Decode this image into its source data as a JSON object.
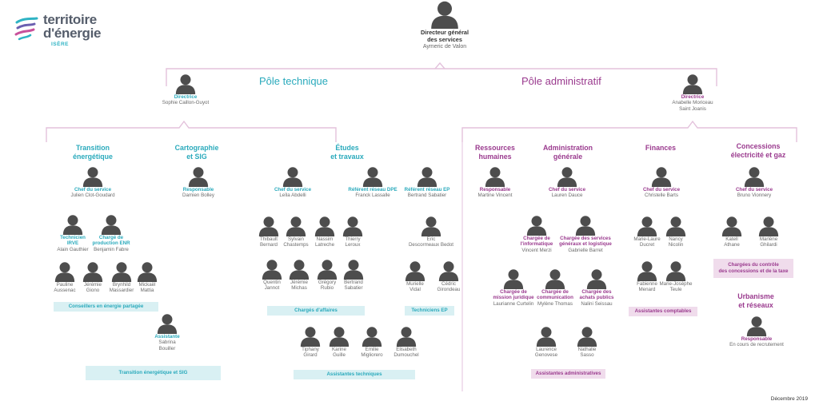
{
  "logo": {
    "line1": "territoire",
    "line2": "d'énergie",
    "line3": "ISÈRE",
    "colors": [
      "#2fb3c4",
      "#c8519b",
      "#6b5fb0"
    ]
  },
  "date": "Décembre 2019",
  "director": {
    "title_l1": "Directeur général",
    "title_l2": "des services",
    "name": "Aymeric de Valon"
  },
  "poles": {
    "technique": "Pôle technique",
    "administratif": "Pôle administratif"
  },
  "pole_directors": {
    "technique": {
      "title": "Directrice",
      "name": "Sophie Caillon-Guyot"
    },
    "administratif": {
      "title": "Directrice",
      "name_l1": "Anabelle Moriceau",
      "name_l2": "Saint Joanis"
    }
  },
  "sections": {
    "transition": {
      "l1": "Transition",
      "l2": "énergétique"
    },
    "carto": {
      "l1": "Cartographie",
      "l2": "et SIG"
    },
    "etudes": {
      "l1": "Études",
      "l2": "et travaux"
    },
    "rh": {
      "l1": "Ressources",
      "l2": "humaines"
    },
    "admin": {
      "l1": "Administration",
      "l2": "générale"
    },
    "finances": {
      "l1": "Finances"
    },
    "concessions": {
      "l1": "Concessions",
      "l2": "électricité et gaz"
    },
    "urbanisme": {
      "l1": "Urbanisme",
      "l2": "et réseaux"
    }
  },
  "people": {
    "julien": {
      "title": "Chef du service",
      "name": "Julien Clot-Goudard"
    },
    "alain": {
      "title_l1": "Technicien",
      "title_l2": "IRVE",
      "name": "Alain Gauthier"
    },
    "benjamin": {
      "title_l1": "Chargé de",
      "title_l2": "production ENR",
      "name": "Benjamin Fabre"
    },
    "pauline": {
      "name_l1": "Pauline",
      "name_l2": "Aussenac"
    },
    "jeremie_g": {
      "name_l1": "Jérémie",
      "name_l2": "Giono"
    },
    "brynhild": {
      "name_l1": "Brynhild",
      "name_l2": "Massardier"
    },
    "mickael": {
      "name_l1": "Mickaël",
      "name_l2": "Mattia"
    },
    "sabrina": {
      "title": "Assistante",
      "name_l1": "Sabrina",
      "name_l2": "Bouiller"
    },
    "damien": {
      "title": "Responsable",
      "name": "Damien Bolley"
    },
    "leila": {
      "title": "Chef du service",
      "name": "Leïla Abdelli"
    },
    "franck": {
      "title": "Référent réseau DPE",
      "name": "Franck Lassalle"
    },
    "bertrand_s": {
      "title": "Référent réseau EP",
      "name": "Bertrand Sabatier"
    },
    "thibault": {
      "name_l1": "Thibault",
      "name_l2": "Bernard"
    },
    "sylvain": {
      "name_l1": "Sylvain",
      "name_l2": "Chastemps"
    },
    "nassim": {
      "name_l1": "Nassim",
      "name_l2": "Latreche"
    },
    "thierry": {
      "name_l1": "Thierry",
      "name_l2": "Leroux"
    },
    "quentin": {
      "name_l1": "Quentin",
      "name_l2": "Jannot"
    },
    "jeremie_m": {
      "name_l1": "Jérémie",
      "name_l2": "Michas"
    },
    "gregory": {
      "name_l1": "Grégory",
      "name_l2": "Rubio"
    },
    "bertrand2": {
      "name_l1": "Bertrand",
      "name_l2": "Sabatier"
    },
    "eric": {
      "name_l1": "Eric",
      "name_l2": "Descormeaux Bedot"
    },
    "murielle": {
      "name_l1": "Murielle",
      "name_l2": "Vidal"
    },
    "cedric": {
      "name_l1": "Cédric",
      "name_l2": "Girondeau"
    },
    "tiphany": {
      "name_l1": "Tiphany",
      "name_l2": "Girard"
    },
    "karine": {
      "name_l1": "Karine",
      "name_l2": "Guille"
    },
    "emilie": {
      "name_l1": "Emilie",
      "name_l2": "Migliorero"
    },
    "elisabeth": {
      "name_l1": "Elisabeth",
      "name_l2": "Dumouchel"
    },
    "martine": {
      "title": "Responsable",
      "name": "Martine Vincent"
    },
    "lauren": {
      "title": "Chef du service",
      "name": "Lauren Dauce"
    },
    "vincent": {
      "title_l1": "Chargée de",
      "title_l2": "l'informatique",
      "name": "Vincent Merzi"
    },
    "gabrielle": {
      "title_l1": "Chargée des services",
      "title_l2": "généraux et logistique",
      "name": "Gabrielle Barret"
    },
    "laurianne": {
      "title_l1": "Chargée de",
      "title_l2": "mission juridique",
      "name": "Laurianne Curtelin"
    },
    "mylene": {
      "title_l1": "Chargée de",
      "title_l2": "communication",
      "name": "Mylène Thomas"
    },
    "nalini": {
      "title_l1": "Chargée des",
      "title_l2": "achats publics",
      "name": "Nalini Seissau"
    },
    "laurence": {
      "name_l1": "Laurence",
      "name_l2": "Genovese"
    },
    "nathalie": {
      "name_l1": "Nathalie",
      "name_l2": "Sasso"
    },
    "christelle": {
      "title": "Chef du service",
      "name": "Christelle Barts"
    },
    "marielaure": {
      "name_l1": "Marie-Laure",
      "name_l2": "Ducret"
    },
    "nancy": {
      "name_l1": "Nancy",
      "name_l2": "Nicolin"
    },
    "fabienne": {
      "name_l1": "Fabienne",
      "name_l2": "Menard"
    },
    "mariejo": {
      "name_l1": "Marie-Josèphe",
      "name_l2": "Teule"
    },
    "bruno": {
      "title": "Chef du service",
      "name": "Bruno Vionnery"
    },
    "katell": {
      "name_l1": "Katell",
      "name_l2": "Athane"
    },
    "marlene": {
      "name_l1": "Marlène",
      "name_l2": "Ghilardi"
    },
    "urba": {
      "title": "Responsable",
      "name": "En cours de recrutement"
    }
  },
  "boxes": {
    "conseillers": "Conseillers en énergie partagée",
    "transition_sig": "Transition énergétique et SIG",
    "charges_affaires": "Chargés d'affaires",
    "techniciens_ep": "Techniciens EP",
    "assistantes_tech": "Assistantes techniques",
    "assistantes_admin": "Assistantes administratives",
    "assistantes_compt": "Assistantes comptables",
    "concessions_l1": "Chargées du contrôle",
    "concessions_l2": "des concessions et de la taxe"
  }
}
